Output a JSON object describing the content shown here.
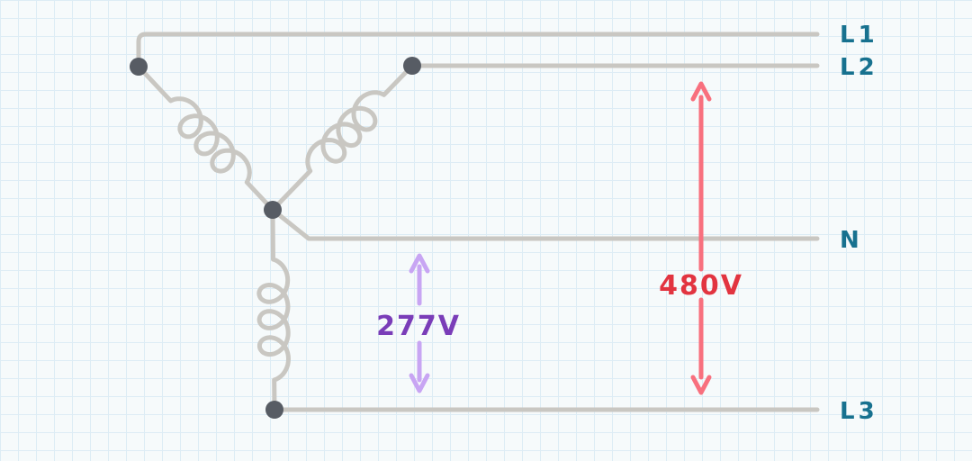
{
  "schematic": {
    "conductor_labels": {
      "l1": "L1",
      "l2": "L2",
      "neutral": "N",
      "l3": "L3"
    },
    "measurements": {
      "phase_to_neutral": {
        "value": "277V",
        "text_color": "#7a3db8",
        "arrow_color": "#c8a5f3"
      },
      "phase_to_phase": {
        "value": "480V",
        "text_color": "#e23440",
        "arrow_color": "#f8707e"
      }
    },
    "colors": {
      "wire": "#c9c7c2",
      "node": "#575c64",
      "conductor_label": "#17718f",
      "background": "#f6fafb",
      "grid_line": "#ddecf5"
    }
  }
}
